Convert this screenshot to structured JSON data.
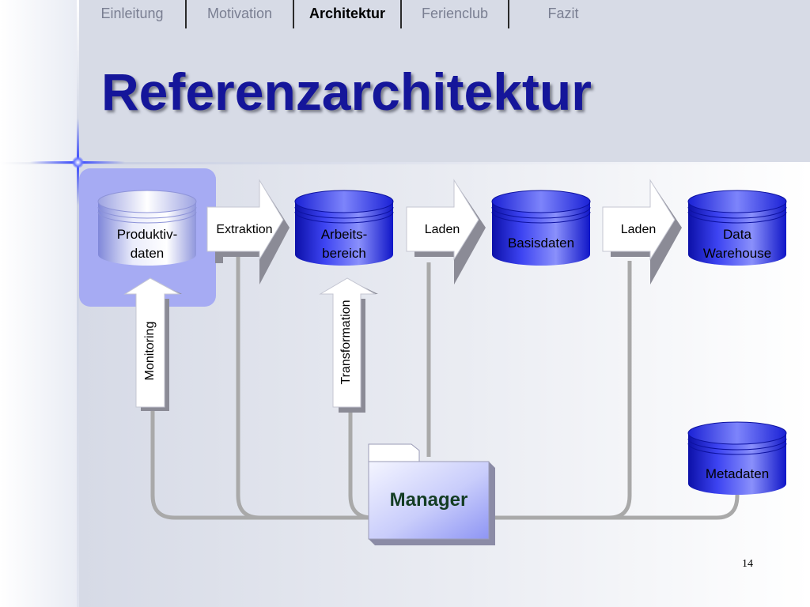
{
  "nav": {
    "items": [
      {
        "label": "Einleitung",
        "active": false
      },
      {
        "label": "Motivation",
        "active": false
      },
      {
        "label": "Architektur",
        "active": true
      },
      {
        "label": "Ferienclub",
        "active": false
      },
      {
        "label": "Fazit",
        "active": false
      }
    ]
  },
  "slide": {
    "title": "Referenzarchitektur",
    "page_number": "14"
  },
  "diagram": {
    "stores": {
      "produktiv_line1": "Produktiv-",
      "produktiv_line2": "daten",
      "arbeits_line1": "Arbeits-",
      "arbeits_line2": "bereich",
      "basis": "Basisdaten",
      "dw_line1": "Data",
      "dw_line2": "Warehouse",
      "meta": "Metadaten"
    },
    "arrows": {
      "extraktion": "Extraktion",
      "laden1": "Laden",
      "laden2": "Laden",
      "monitoring": "Monitoring",
      "transformation": "Transformation"
    },
    "manager": "Manager"
  },
  "colors": {
    "title": "#15169a",
    "store_blue": "#1a22e8",
    "store_light": "#c8cdf0",
    "highlight_box": "#a6abf3",
    "connector": "#a9a9a9"
  }
}
